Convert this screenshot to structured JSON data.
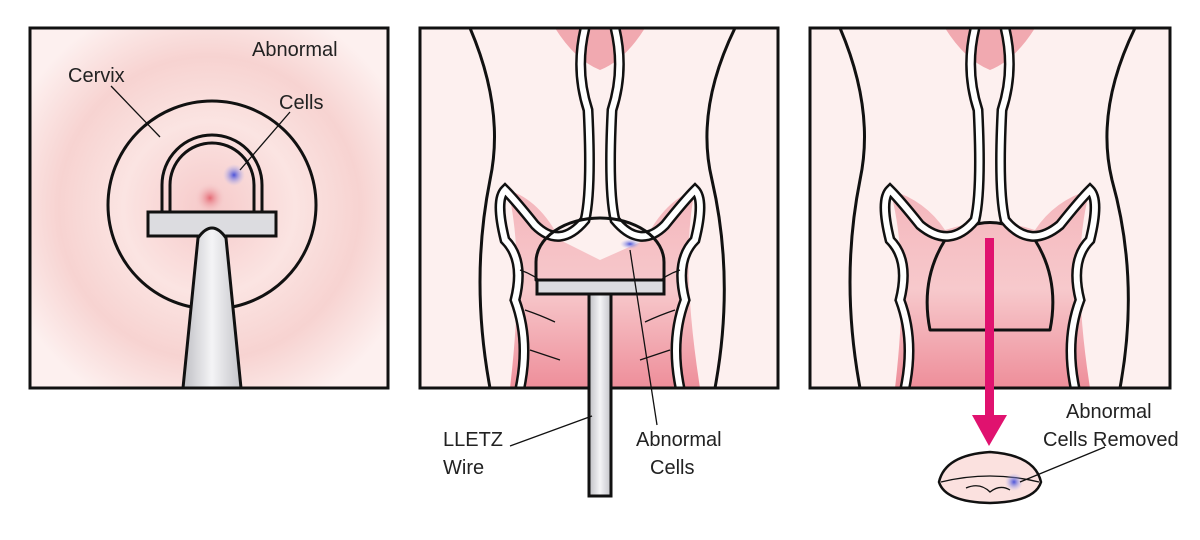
{
  "colors": {
    "tissue": "#f9dada",
    "tissue_dark": "#ec8f9b",
    "abnormal": "#5a5fd0",
    "arrow": "#e0126f",
    "wire": "#d9d9dd",
    "background": "#fdf0ef"
  },
  "panel1": {
    "cervix_label": "Cervix",
    "abnormal_label_line1": "Abnormal",
    "abnormal_label_line2": "Cells"
  },
  "panel2": {
    "wire_label_line1": "LLETZ",
    "wire_label_line2": "Wire",
    "abnormal_label_line1": "Abnormal",
    "abnormal_label_line2": "Cells"
  },
  "panel3": {
    "removed_label_line1": "Abnormal",
    "removed_label_line2": "Cells Removed",
    "arrow_icon": "arrow-down"
  }
}
